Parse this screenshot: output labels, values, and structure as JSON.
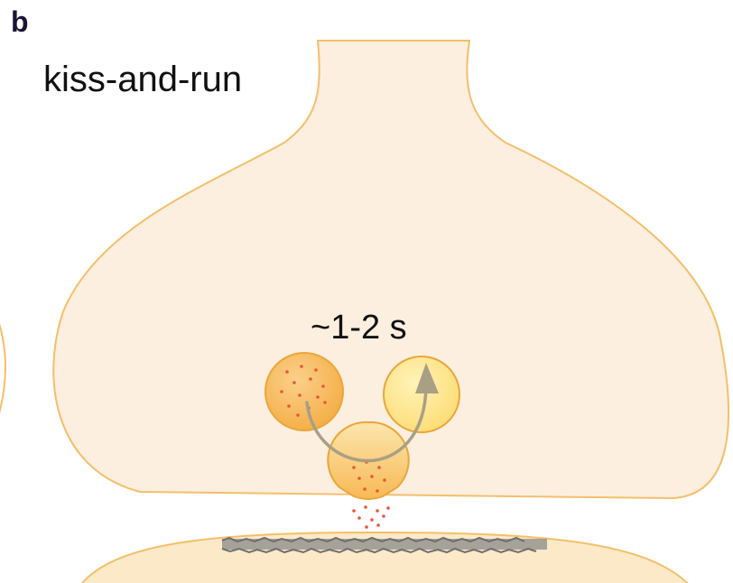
{
  "figure": {
    "panel_letter": "b",
    "mode_title": "kiss-and-run",
    "time_label": "~1-2 s"
  },
  "colors": {
    "terminal_fill": "#fcefe0",
    "terminal_stroke": "#f4bf6a",
    "postsynaptic_fill": "#fbe9c8",
    "vesicle_full": "#f7b955",
    "vesicle_empty": "#fde48a",
    "vesicle_stroke": "#e9a63a",
    "transmitter_dot": "#e8553b",
    "arrow": "#a89f84",
    "receptor_band": "#7a7a7a",
    "panel_letter": "#1c1433"
  }
}
